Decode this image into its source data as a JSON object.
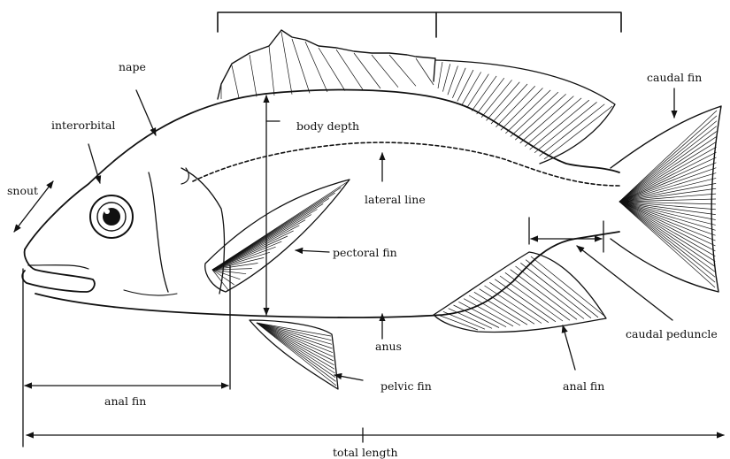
{
  "labels": {
    "nape": "nape",
    "interorbital": "interorbital",
    "snout": "snout",
    "body_depth": "body  depth",
    "lateral_line": "lateral  line",
    "pectoral_fin": "pectoral  fin",
    "caudal_fin": "caudal  fin",
    "caudal_peduncle": "caudal  peduncle",
    "anus": "anus",
    "anal_fin_right": "anal  fin",
    "pelvic_fin": "pelvic  fin",
    "anal_fin_left": "anal  fin",
    "total_length": "total  length"
  }
}
